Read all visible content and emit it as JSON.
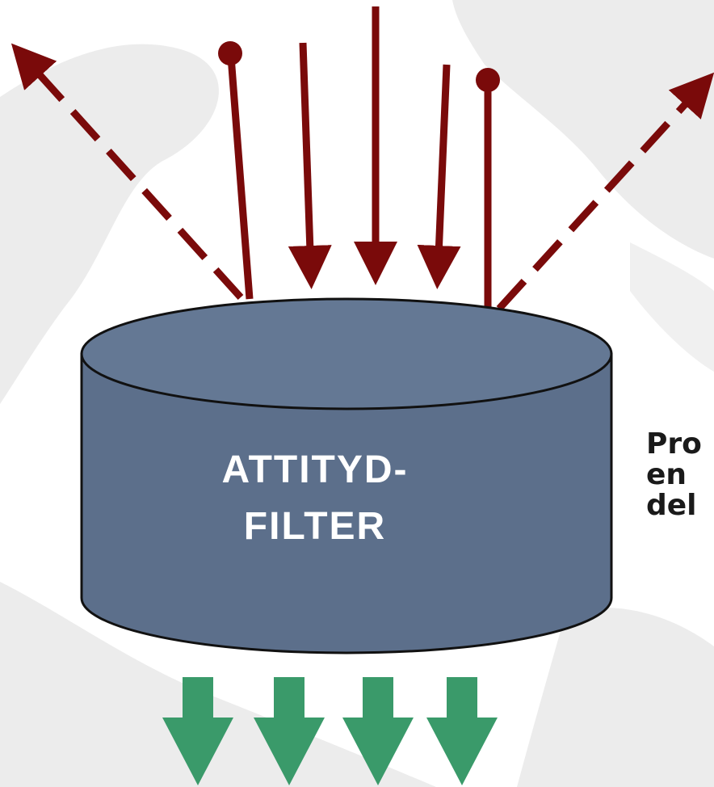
{
  "colors": {
    "arrow_red": "#7a0a0a",
    "cylinder_fill": "#5c6f8b",
    "cylinder_stroke": "#111111",
    "output_green": "#3a9a6a",
    "background": "#ffffff",
    "background_map": "#ebebeb"
  },
  "filter": {
    "line1": "ATTITYD-",
    "line2": "FILTER"
  },
  "side_text": {
    "line1": "Pro",
    "line2": "en",
    "line3": "del"
  },
  "inputs": [
    {
      "kind": "reflected-dashed",
      "direction": "up-left"
    },
    {
      "kind": "blocked-dot"
    },
    {
      "kind": "arrow-in"
    },
    {
      "kind": "arrow-in"
    },
    {
      "kind": "arrow-in"
    },
    {
      "kind": "blocked-dot"
    },
    {
      "kind": "reflected-dashed",
      "direction": "up-right"
    }
  ],
  "outputs": [
    "down-arrow",
    "down-arrow",
    "down-arrow",
    "down-arrow"
  ]
}
